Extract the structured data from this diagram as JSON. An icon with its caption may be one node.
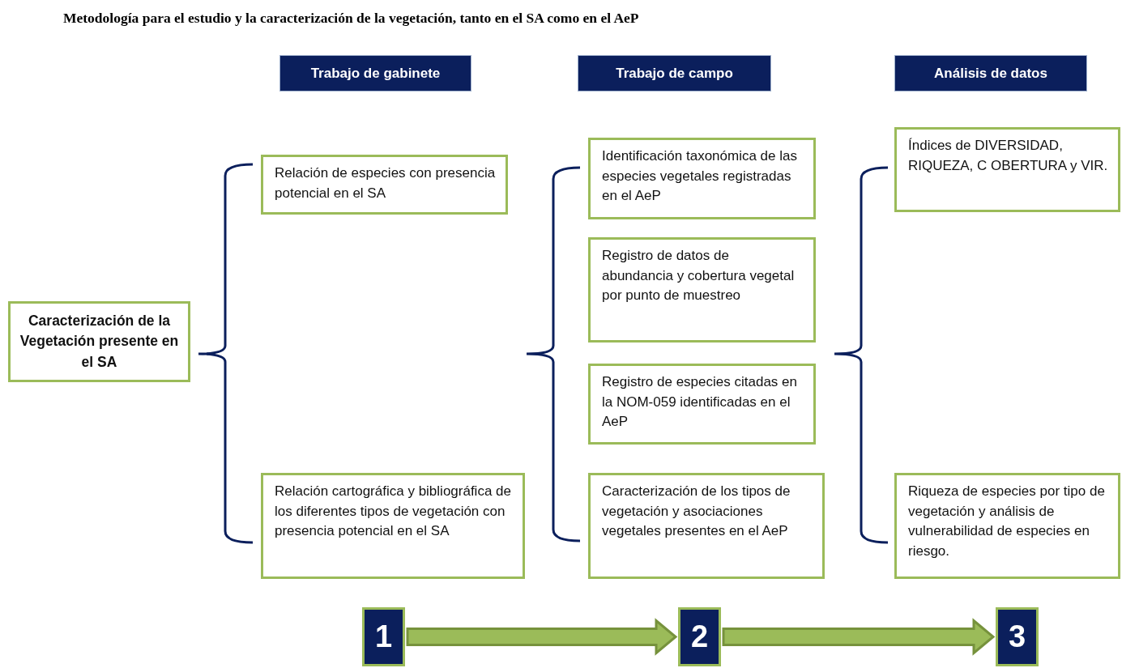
{
  "diagram": {
    "title": "Metodología para el estudio y la caracterización de la vegetación, tanto en el SA como en el AeP",
    "nodes": [
      {
        "text": [
          "Trabajo de gabinete"
        ]
      },
      {
        "text": [
          "Trabajo de campo"
        ]
      },
      {
        "text": [
          "Análisis de datos"
        ]
      },
      {
        "text": [
          "Caracterización de la Vegetación presente en el SA"
        ]
      },
      {
        "text": [
          "Relación de especies con presencia potencial en el SA"
        ]
      },
      {
        "text": [
          "Relación cartográfica y bibliográfica de los diferentes tipos de vegetación con presencia potencial en el SA"
        ]
      },
      {
        "text": [
          "Identificación taxonómica de las especies vegetales registradas en el AeP"
        ]
      },
      {
        "text": [
          "Registro de datos de abundancia y cobertura vegetal  por punto de muestreo"
        ]
      },
      {
        "text": [
          "Registro de  especies citadas en la NOM-059 identificadas en el AeP"
        ]
      },
      {
        "text": [
          "Caracterización  de los tipos de vegetación y asociaciones vegetales presentes en el AeP"
        ]
      },
      {
        "text": [
          "Índices de DIVERSIDAD, RIQUEZA, C OBERTURA y VIR."
        ]
      },
      {
        "text": [
          "Riqueza de especies por tipo de vegetación y análisis de vulnerabilidad de especies en riesgo."
        ]
      },
      {
        "text": [
          "1"
        ]
      },
      {
        "text": [
          "2"
        ]
      },
      {
        "text": [
          "3"
        ]
      }
    ],
    "edges": [
      {
        "from": 12,
        "to": 13,
        "arrow": "to",
        "style": "thick"
      },
      {
        "from": 13,
        "to": 14,
        "arrow": "to",
        "style": "thick"
      }
    ]
  }
}
